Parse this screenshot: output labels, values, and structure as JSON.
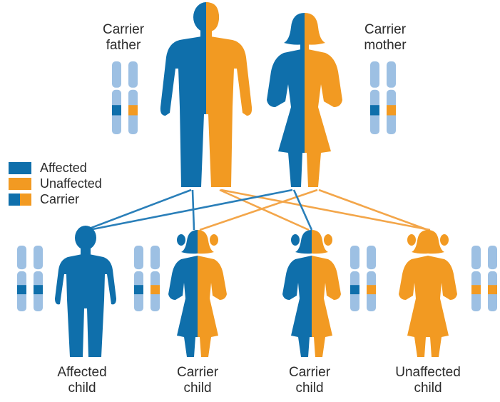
{
  "colors": {
    "affected": "#0f6fab",
    "unaffected": "#f29a22",
    "chromosome": "#9dc0e3",
    "line_blue": "#2a7fb9",
    "line_orange": "#f3a64a"
  },
  "parents": {
    "father": {
      "line1": "Carrier",
      "line2": "father"
    },
    "mother": {
      "line1": "Carrier",
      "line2": "mother"
    }
  },
  "legend": {
    "affected": "Affected",
    "unaffected": "Unaffected",
    "carrier": "Carrier"
  },
  "children": [
    {
      "line1": "Affected",
      "line2": "child"
    },
    {
      "line1": "Carrier",
      "line2": "child"
    },
    {
      "line1": "Carrier",
      "line2": "child"
    },
    {
      "line1": "Unaffected",
      "line2": "child"
    }
  ]
}
